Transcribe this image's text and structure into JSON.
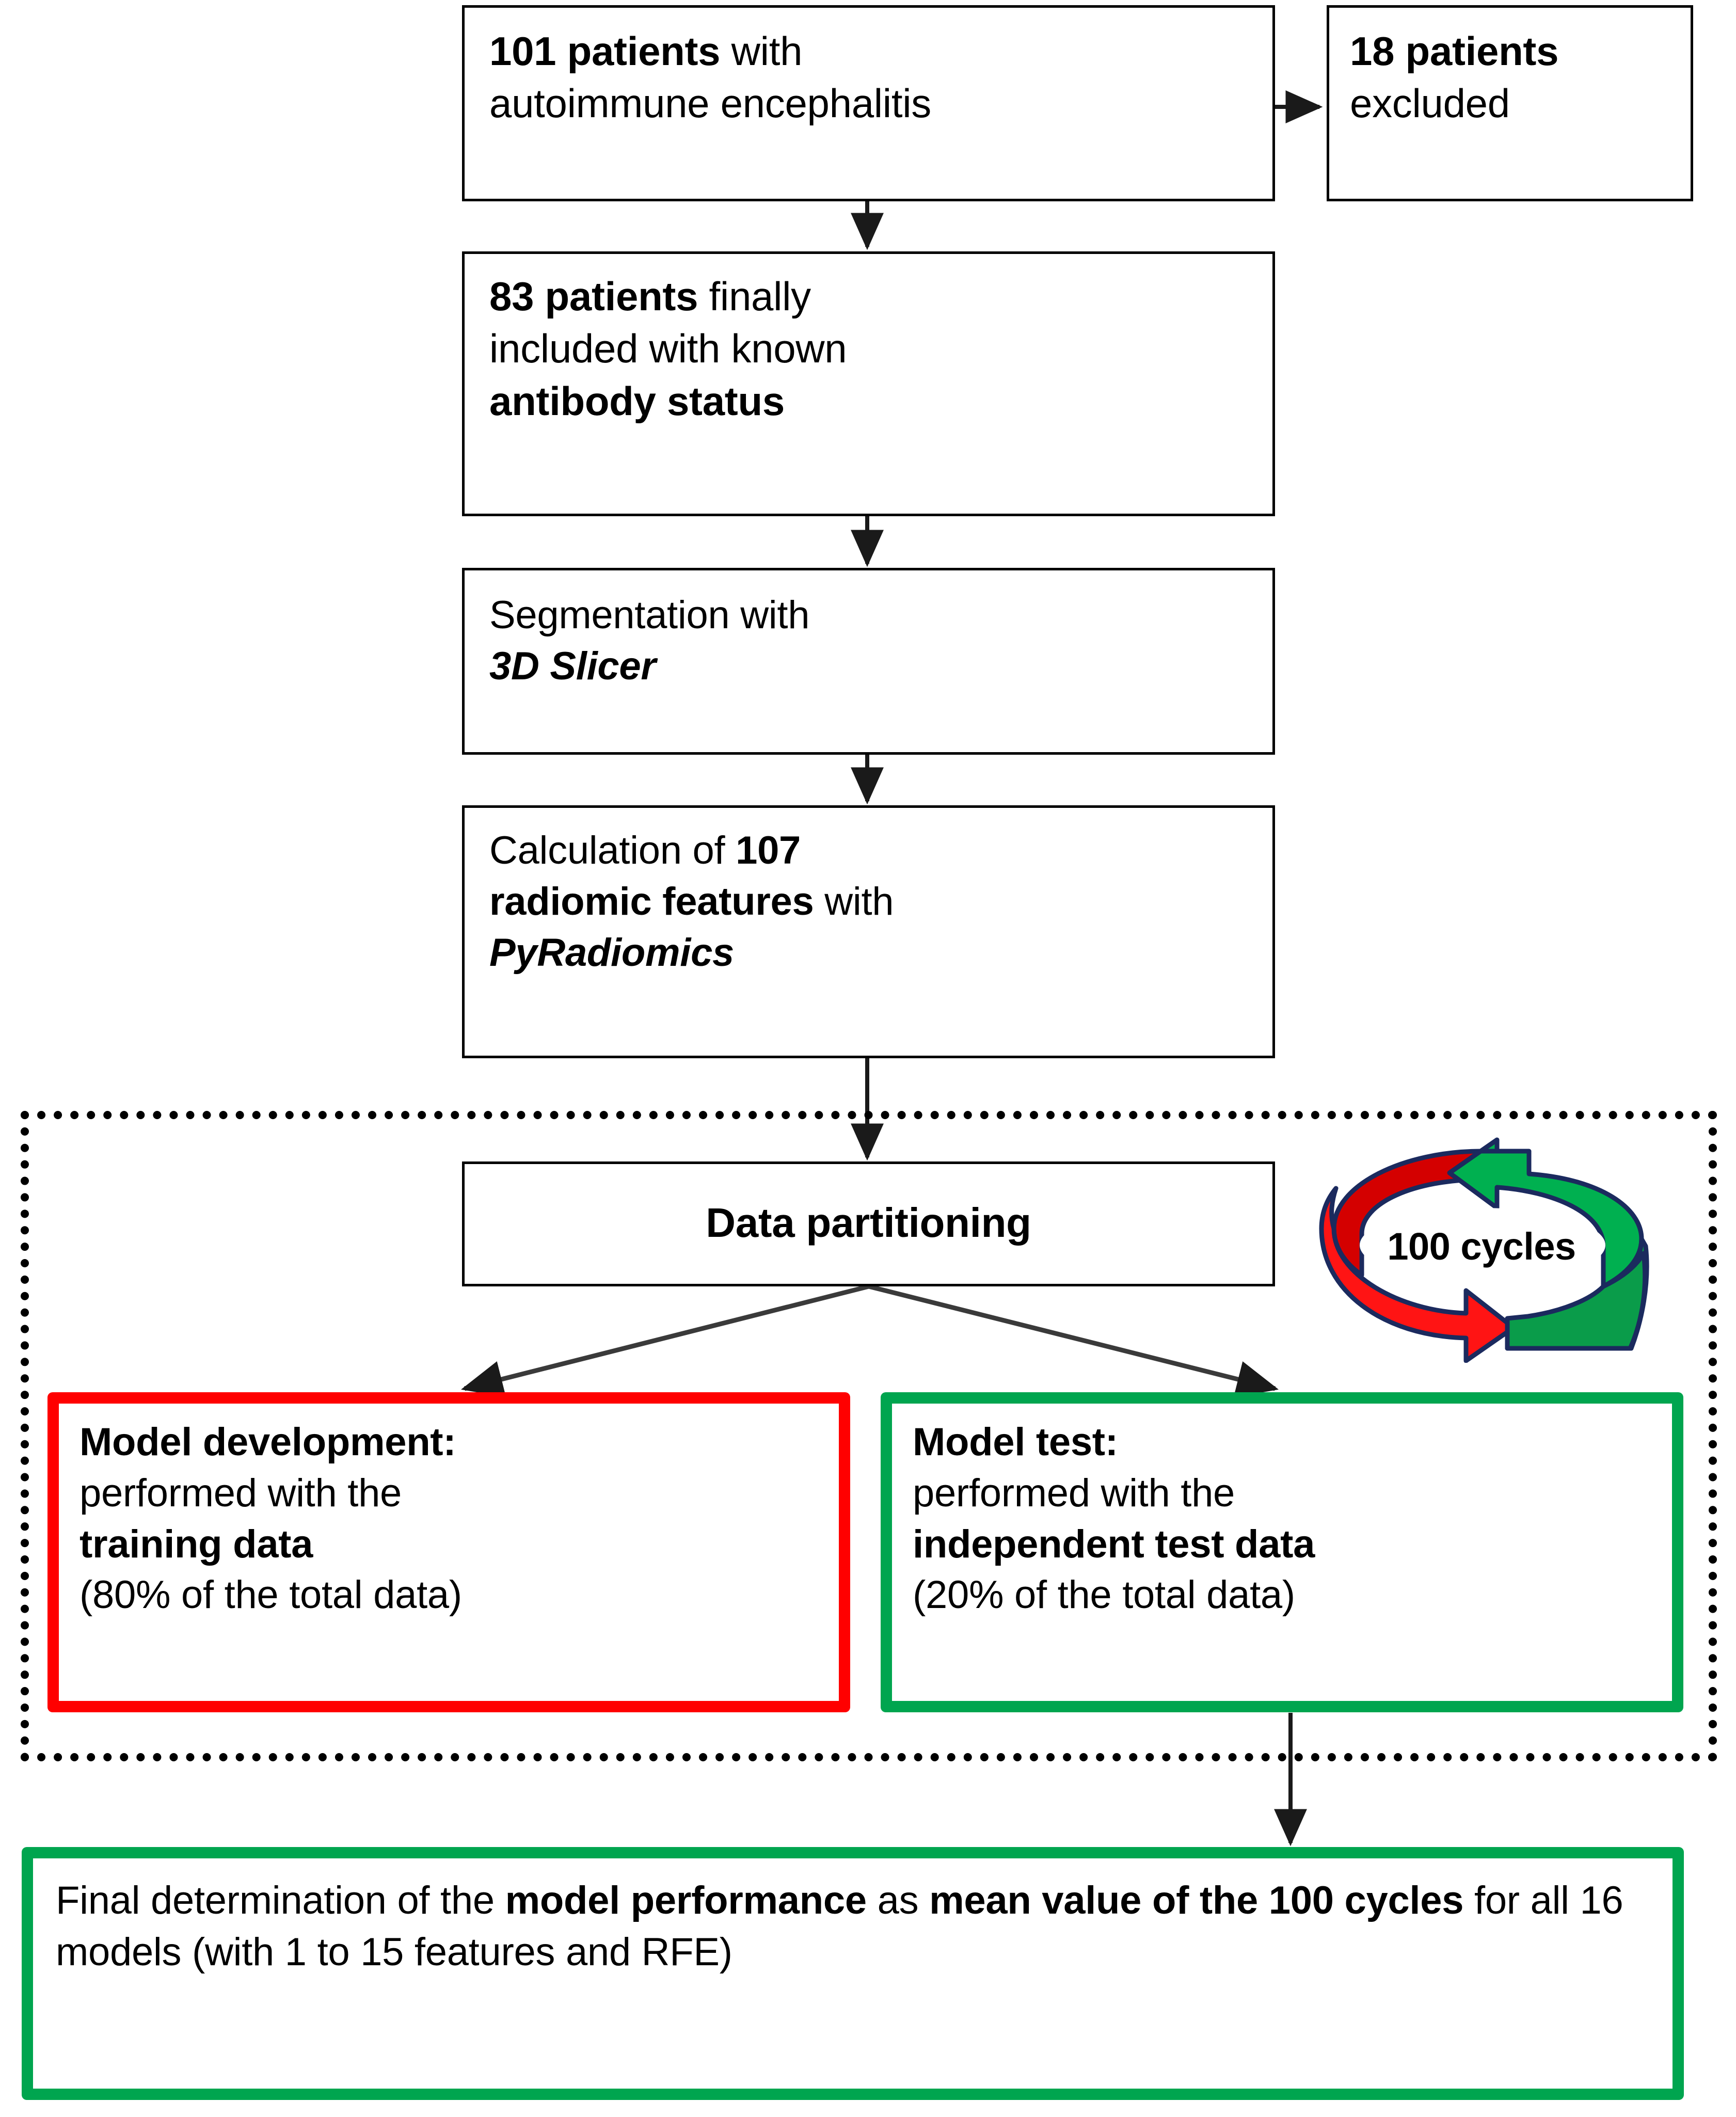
{
  "diagram": {
    "title": "Radiomics study workflow flowchart",
    "colors": {
      "red": "#ff0000",
      "green": "#00a54f",
      "arrow_green": "#00a859",
      "arrow_red": "#e10600",
      "outline": "#1b2a5e",
      "black": "#000000"
    },
    "nodes": {
      "cohort": {
        "line1_bold": "101 patients",
        "line1_rest": " with",
        "line2": "autoimmune encephalitis"
      },
      "excluded": {
        "line1_bold": "18 patients",
        "line2": "excluded"
      },
      "included": {
        "line1_bold": "83 patients",
        "line1_rest": " finally",
        "line2": "included with known",
        "line3_bold": "antibody status"
      },
      "segmentation": {
        "line1": "Segmentation with",
        "line2_italic": "3D Slicer"
      },
      "features": {
        "line1_pre": "Calculation of ",
        "line1_bold": "107",
        "line2_bold": "radiomic features",
        "line2_post": " with",
        "line3_italic": "PyRadiomics"
      },
      "partitioning": {
        "label": "Data partitioning"
      },
      "cycles_badge": {
        "label": "100 cycles"
      },
      "model_development": {
        "line1_bold": "Model development:",
        "line2": "performed with the",
        "line3_bold": "training data",
        "line4": "(80% of the total data)"
      },
      "model_test": {
        "line1_bold": "Model test:",
        "line2": "performed with the",
        "line3_bold": "independent test data",
        "line4": "(20% of the total data)"
      },
      "final": {
        "seg1": "Final determination of the ",
        "seg2_bold": "model performance",
        "seg3": " as ",
        "seg4_bold": "mean value of the 100 cycles",
        "seg5": " for all 16 models (with 1 to 15 features and RFE)"
      }
    }
  }
}
